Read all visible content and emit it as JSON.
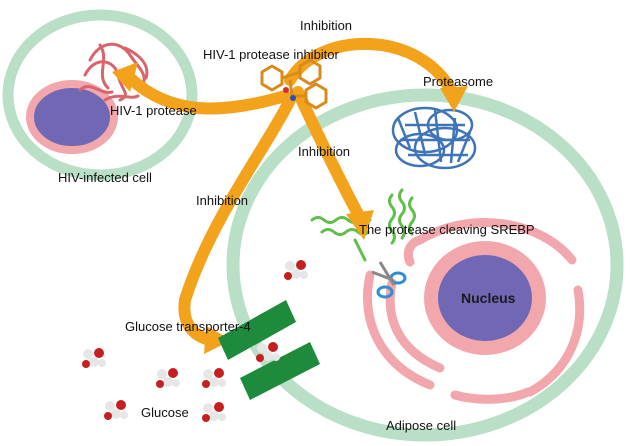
{
  "labels": {
    "inhibition_top": "Inhibition",
    "inhibitor": "HIV-1 protease inhibitor",
    "proteasome": "Proteasome",
    "hiv_protease": "HIV-1 protease",
    "inhibition_mid": "Inhibition",
    "hiv_cell": "HIV-infected cell",
    "inhibition_left": "Inhibition",
    "srebp": "The protease cleaving SREBP",
    "nucleus": "Nucleus",
    "glut4": "Glucose transporter-4",
    "glucose": "Glucose",
    "adipose": "Adipose cell"
  },
  "colors": {
    "cell_membrane": "#b9dfc6",
    "nucleus_fill": "#7068b5",
    "nucleus_ring": "#f2a7ad",
    "er": "#f2a7ad",
    "arrow": "#f3a21c",
    "transporter": "#1e8b3c",
    "proteasome": "#3e74b8",
    "srebp_helix": "#5fbf4a",
    "glucose_red": "#c61f1f",
    "glucose_white": "#e6e6e6"
  }
}
